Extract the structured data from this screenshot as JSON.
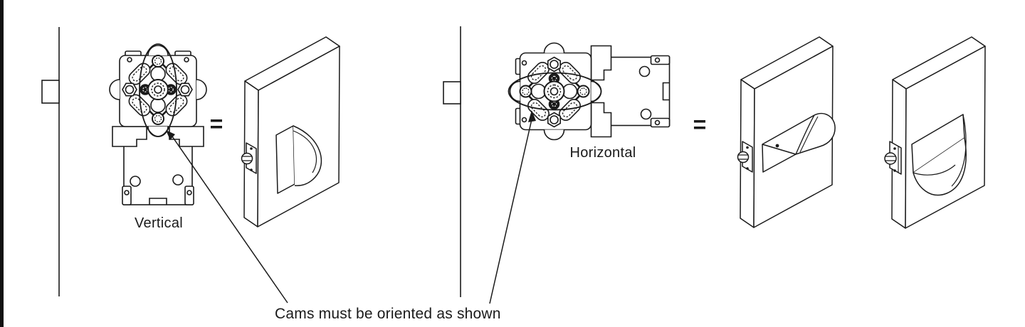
{
  "diagram": {
    "caption": "Cams must be oriented as shown",
    "left_group": {
      "orientation_label": "Vertical",
      "equals_sign": "="
    },
    "right_group": {
      "orientation_label": "Horizontal",
      "equals_sign": "="
    },
    "colors": {
      "ink": "#1a1a1a",
      "background": "#ffffff"
    }
  }
}
